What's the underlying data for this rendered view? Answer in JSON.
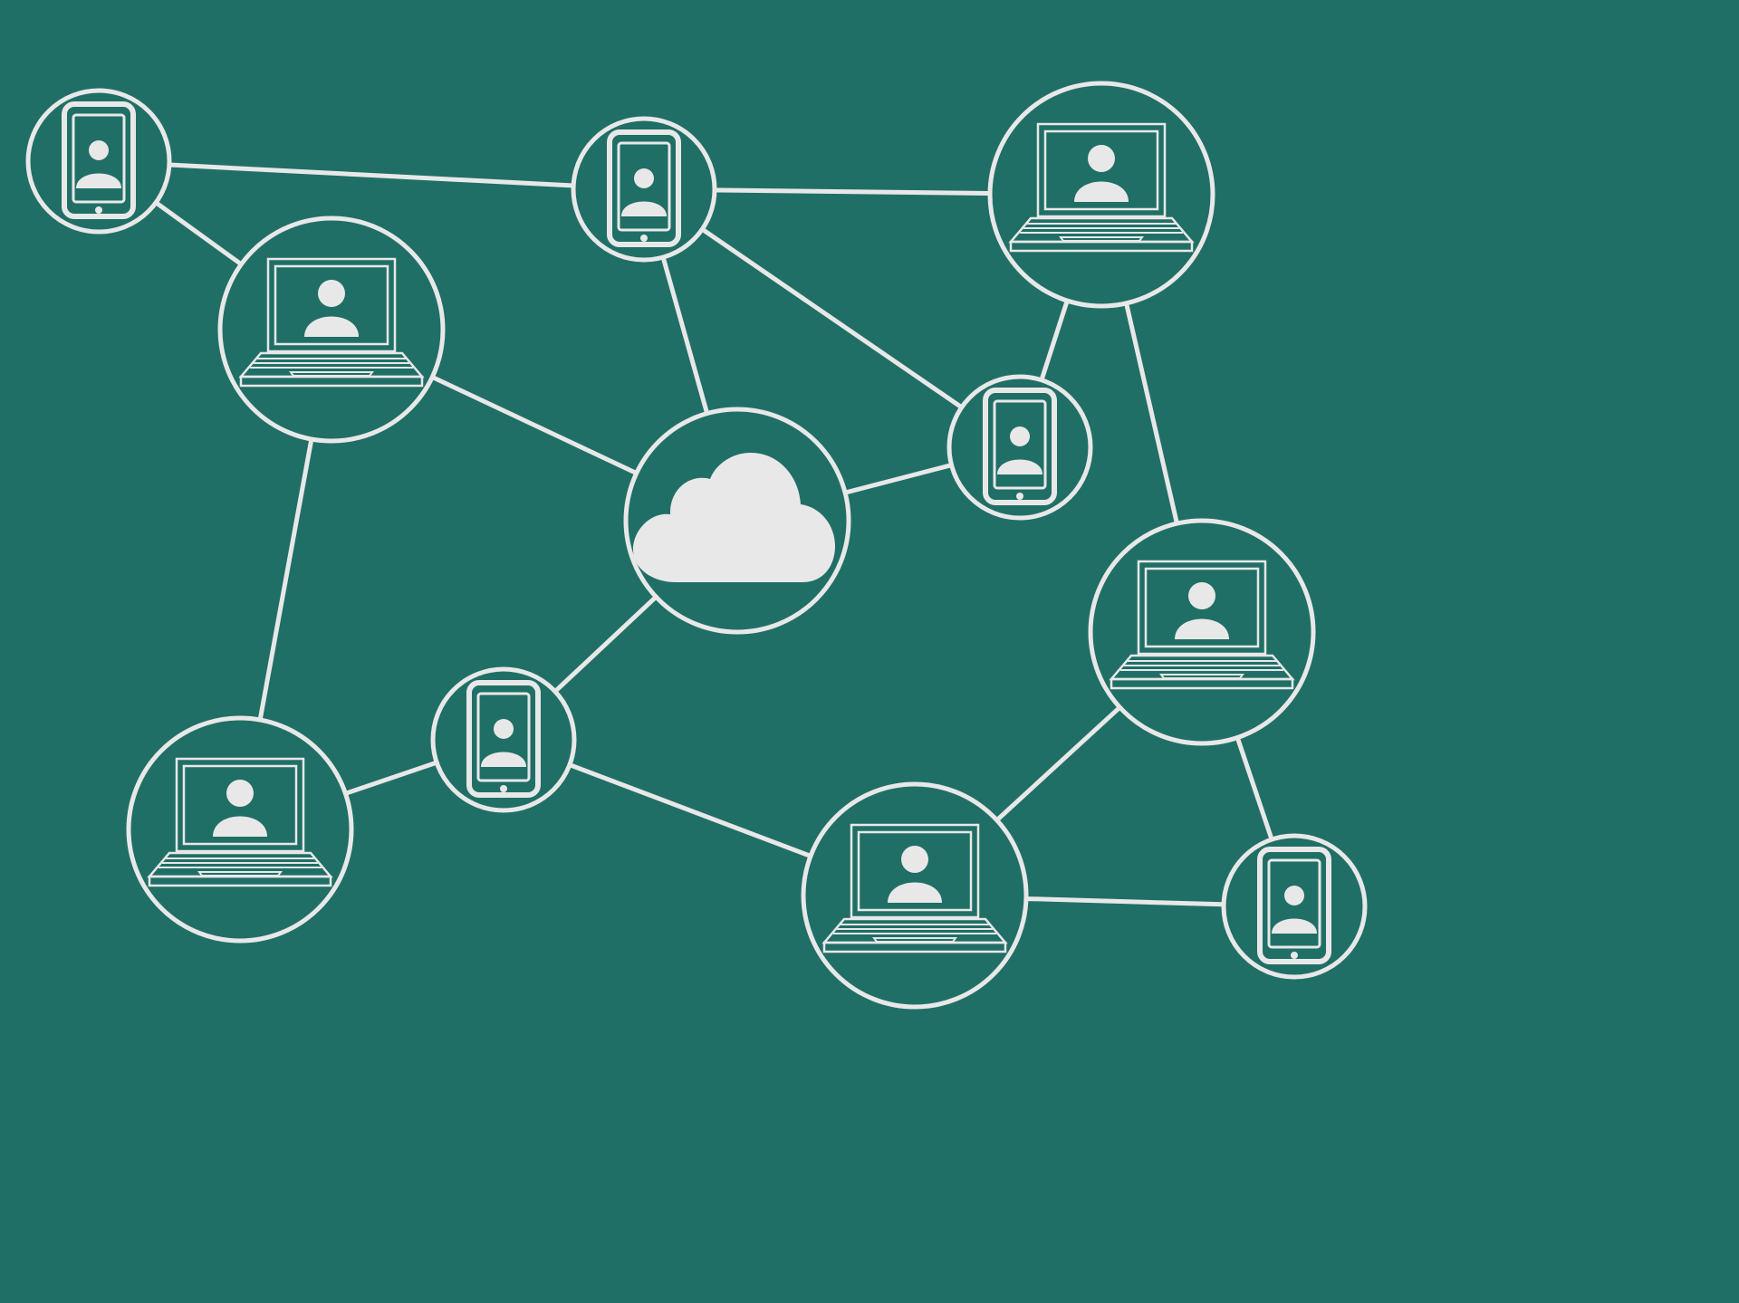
{
  "diagram": {
    "type": "network",
    "colors": {
      "background": "#206f66",
      "stroke": "#e8e8e8",
      "icon_fill": "#e8e8e8"
    },
    "nodes": [
      {
        "id": "cloud",
        "kind": "cloud",
        "icon": "cloud-icon"
      },
      {
        "id": "phone-a",
        "kind": "phone",
        "icon": "smartphone-user-icon"
      },
      {
        "id": "phone-b",
        "kind": "phone",
        "icon": "smartphone-user-icon"
      },
      {
        "id": "phone-c",
        "kind": "phone",
        "icon": "smartphone-user-icon"
      },
      {
        "id": "phone-d",
        "kind": "phone",
        "icon": "smartphone-user-icon"
      },
      {
        "id": "phone-e",
        "kind": "phone",
        "icon": "smartphone-user-icon"
      },
      {
        "id": "laptop-a",
        "kind": "laptop",
        "icon": "laptop-user-icon"
      },
      {
        "id": "laptop-b",
        "kind": "laptop",
        "icon": "laptop-user-icon"
      },
      {
        "id": "laptop-c",
        "kind": "laptop",
        "icon": "laptop-user-icon"
      },
      {
        "id": "laptop-d",
        "kind": "laptop",
        "icon": "laptop-user-icon"
      },
      {
        "id": "laptop-e",
        "kind": "laptop",
        "icon": "laptop-user-icon"
      }
    ],
    "edges": [
      [
        "phone-a",
        "phone-b"
      ],
      [
        "phone-a",
        "laptop-b"
      ],
      [
        "phone-b",
        "laptop-a"
      ],
      [
        "phone-b",
        "cloud"
      ],
      [
        "phone-b",
        "phone-c"
      ],
      [
        "laptop-a",
        "phone-c"
      ],
      [
        "laptop-a",
        "laptop-e"
      ],
      [
        "laptop-b",
        "cloud"
      ],
      [
        "laptop-b",
        "laptop-c"
      ],
      [
        "cloud",
        "phone-c"
      ],
      [
        "cloud",
        "phone-d"
      ],
      [
        "laptop-c",
        "phone-d"
      ],
      [
        "phone-d",
        "laptop-d"
      ],
      [
        "laptop-d",
        "laptop-e"
      ],
      [
        "laptop-d",
        "phone-e"
      ],
      [
        "laptop-e",
        "phone-e"
      ]
    ]
  }
}
